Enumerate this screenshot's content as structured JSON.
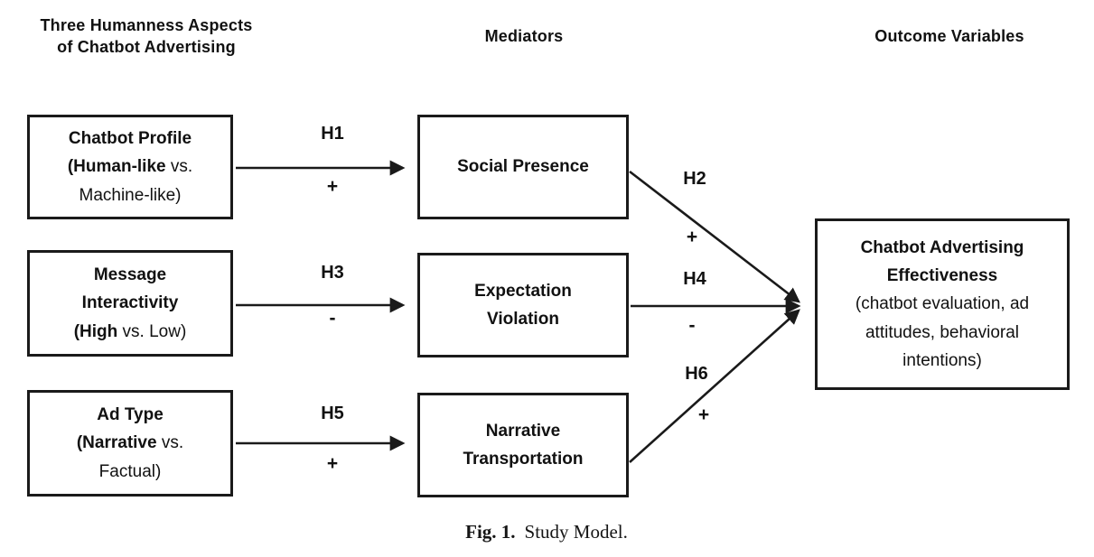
{
  "headers": {
    "antecedents": "Three Humanness Aspects\nof Chatbot Advertising",
    "mediators": "Mediators",
    "outcomes": "Outcome Variables"
  },
  "antecedent_boxes": [
    {
      "title": "Chatbot Profile",
      "subtitle_bold": "(Human-like",
      "subtitle_rest": "vs.\nMachine-like)"
    },
    {
      "title": "Message\nInteractivity",
      "subtitle_bold": "(High",
      "subtitle_rest": "vs. Low)"
    },
    {
      "title": "Ad Type",
      "subtitle_bold": "(Narrative",
      "subtitle_rest": "vs.\nFactual)"
    }
  ],
  "mediator_boxes": [
    {
      "title": "Social Presence"
    },
    {
      "title": "Expectation\nViolation"
    },
    {
      "title": "Narrative\nTransportation"
    }
  ],
  "outcome_box": {
    "title": "Chatbot Advertising\nEffectiveness",
    "subtitle": "(chatbot evaluation, ad\nattitudes, behavioral\nintentions)"
  },
  "hypotheses": [
    {
      "label": "H1",
      "sign": "+"
    },
    {
      "label": "H2",
      "sign": "+"
    },
    {
      "label": "H3",
      "sign": "-"
    },
    {
      "label": "H4",
      "sign": "-"
    },
    {
      "label": "H5",
      "sign": "+"
    },
    {
      "label": "H6",
      "sign": "+"
    }
  ],
  "caption": {
    "fig_label": "Fig. 1.",
    "fig_text": "Study Model."
  },
  "colors": {
    "ink": "#111111",
    "background": "#ffffff"
  }
}
